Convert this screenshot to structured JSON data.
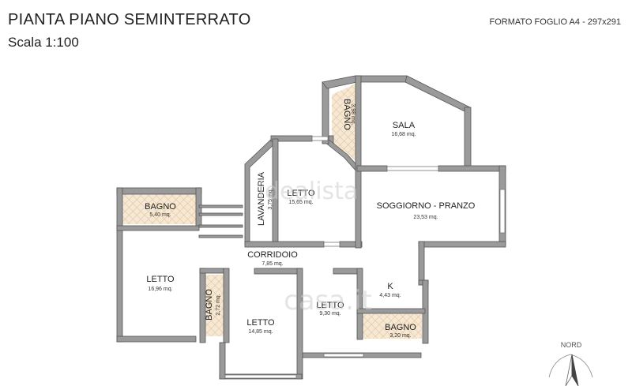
{
  "header": {
    "title": "PIANTA PIANO SEMINTERRATO",
    "scale": "Scala 1:100",
    "sheet_format": "FORMATO FOGLIO A4 - 297x291"
  },
  "rooms": [
    {
      "name": "SALA",
      "area": "16,68 mq."
    },
    {
      "name": "BAGNO",
      "area": "3,98 mq."
    },
    {
      "name": "LAVANDERIA",
      "area": "3,75 mq."
    },
    {
      "name": "LETTO",
      "area": "15,65 mq."
    },
    {
      "name": "SOGGIORNO - PRANZO",
      "area": "23,53 mq."
    },
    {
      "name": "BAGNO",
      "area": "5,40 mq."
    },
    {
      "name": "CORRIDOIO",
      "area": "7,85 mq."
    },
    {
      "name": "LETTO",
      "area": "16,96 mq."
    },
    {
      "name": "BAGNO",
      "area": "2,72 mq."
    },
    {
      "name": "LETTO",
      "area": "14,85 mq."
    },
    {
      "name": "LETTO",
      "area": "9,30 mq."
    },
    {
      "name": "K",
      "area": "4,43 mq."
    },
    {
      "name": "BAGNO",
      "area": "3,20 mq."
    }
  ],
  "compass": {
    "label": "NORD"
  },
  "watermarks": [
    "idealista",
    "casa.it"
  ],
  "colors": {
    "wall": "#9a9a9a",
    "wall_edge": "#555555",
    "tile": "#f6e8d2",
    "tile_line": "#d6b48d"
  }
}
